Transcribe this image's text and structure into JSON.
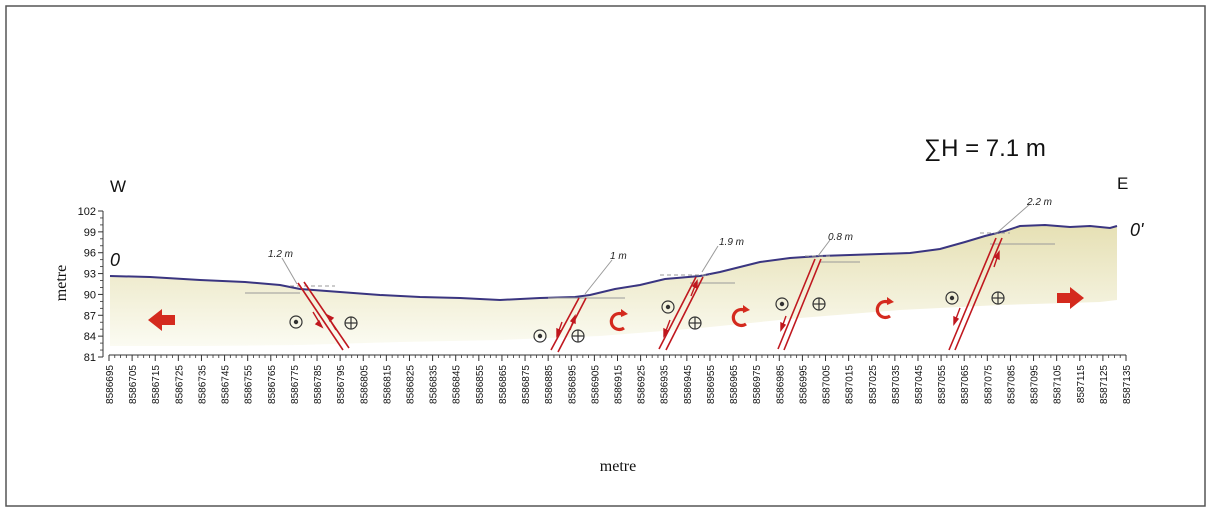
{
  "profile": {
    "sum_label": "∑H = 7.1 m",
    "west_label": "W",
    "east_label": "E",
    "start_label": "0",
    "end_label": "0'",
    "y_axis_title": "metre",
    "x_axis_title": "metre",
    "y_ticks": [
      "102",
      "99",
      "96",
      "93",
      "90",
      "87",
      "84",
      "81"
    ],
    "x_ticks": [
      "8586695",
      "8586705",
      "8586715",
      "8586725",
      "8586735",
      "8586745",
      "8586755",
      "8586765",
      "8586775",
      "8586785",
      "8586795",
      "8586805",
      "8586815",
      "8586825",
      "8586835",
      "8586845",
      "8586855",
      "8586865",
      "8586875",
      "8586885",
      "8586895",
      "8586905",
      "8586915",
      "8586925",
      "8586935",
      "8586945",
      "8586955",
      "8586965",
      "8586975",
      "8586985",
      "8586995",
      "8587005",
      "8587015",
      "8587025",
      "8587035",
      "8587045",
      "8587055",
      "8587065",
      "8587075",
      "8587085",
      "8587095",
      "8587105",
      "8587115",
      "8587125",
      "8587135"
    ],
    "offsets": [
      "1.2 m",
      "1 m",
      "1.9 m",
      "0.8 m",
      "2.2 m"
    ],
    "colors": {
      "fault": "#c0181f",
      "arrow": "#d42a1e",
      "surface": "#3a3580",
      "fill_top": "#e6e0b4",
      "fill_bottom": "#fbfbf2"
    }
  }
}
